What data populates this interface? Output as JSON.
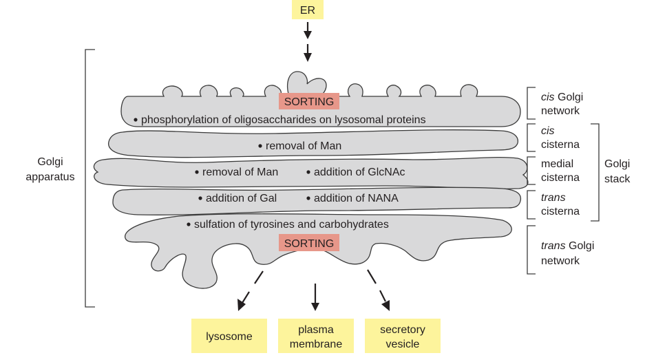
{
  "source": {
    "label": "ER"
  },
  "golgi_label": [
    "Golgi",
    "apparatus"
  ],
  "stack_label": [
    "Golgi",
    "stack"
  ],
  "compartments": [
    {
      "id": "cis-network",
      "label_italic": "cis",
      "label_rest": " Golgi",
      "label_line2": "network"
    },
    {
      "id": "cis-cisterna",
      "label_italic": "cis",
      "label_rest": "",
      "label_line2": "cisterna"
    },
    {
      "id": "medial-cisterna",
      "label_italic": "",
      "label_rest": "medial",
      "label_line2": "cisterna"
    },
    {
      "id": "trans-cisterna",
      "label_italic": "trans",
      "label_rest": "",
      "label_line2": "cisterna"
    },
    {
      "id": "trans-network",
      "label_italic": "trans",
      "label_rest": " Golgi",
      "label_line2": "network"
    }
  ],
  "sorting_label": "SORTING",
  "steps": {
    "cis_network": "phosphorylation of oligosaccharides on lysosomal proteins",
    "cis_cisterna": "removal of Man",
    "medial_1": "removal of Man",
    "medial_2": "addition of GlcNAc",
    "trans_1": "addition of Gal",
    "trans_2": "addition of NANA",
    "trans_network": "sulfation of tyrosines and carbohydrates"
  },
  "destinations": [
    {
      "line1": "lysosome",
      "line2": ""
    },
    {
      "line1": "plasma",
      "line2": "membrane"
    },
    {
      "line1": "secretory",
      "line2": "vesicle"
    }
  ]
}
